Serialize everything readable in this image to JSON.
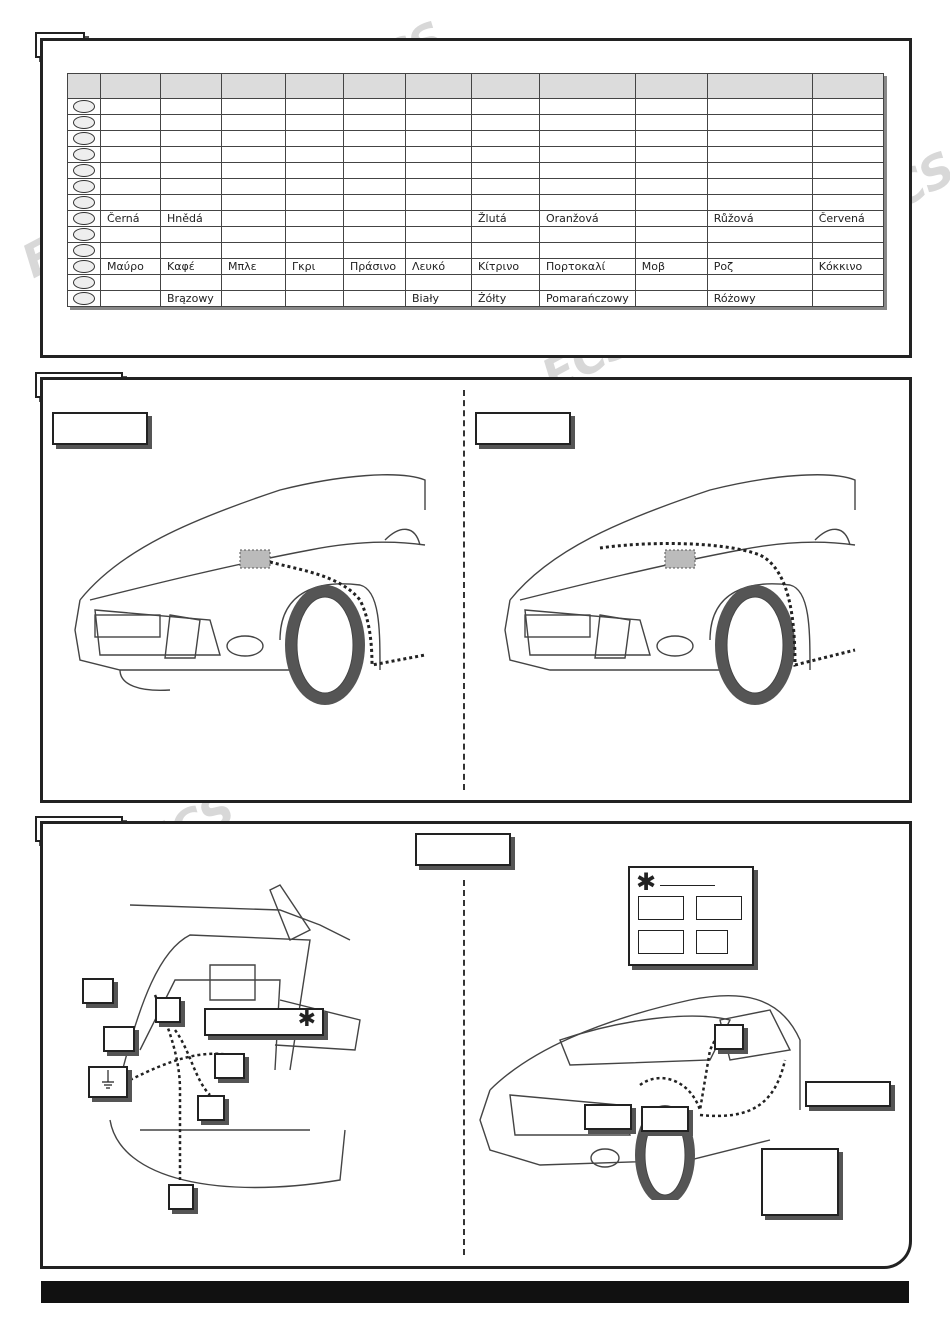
{
  "watermark": {
    "logo": "ECS",
    "sub": "ELECTRONICS"
  },
  "color_table": {
    "rows": [
      [],
      [],
      [],
      [],
      [],
      [],
      [],
      [
        "Černá",
        "Hnědá",
        "",
        "",
        "",
        "",
        "Žlutá",
        "Oranžová",
        "",
        "Růžová",
        "Červená"
      ],
      [],
      [],
      [
        "Μαύρο",
        "Καφέ",
        "Μπλε",
        "Γκρι",
        "Πράσινο",
        "Λευκό",
        "Κίτρινο",
        "Πορτοκαλί",
        "Μοβ",
        "Ροζ",
        "Κόκκινο"
      ],
      [],
      [
        "",
        "Brązowy",
        "",
        "",
        "",
        "Biały",
        "Żółty",
        "Pomarańczowy",
        "",
        "Różowy",
        ""
      ]
    ]
  },
  "icons": {
    "asterisk": "✱",
    "ground": "ground-symbol-icon",
    "battery": "battery-icon"
  }
}
